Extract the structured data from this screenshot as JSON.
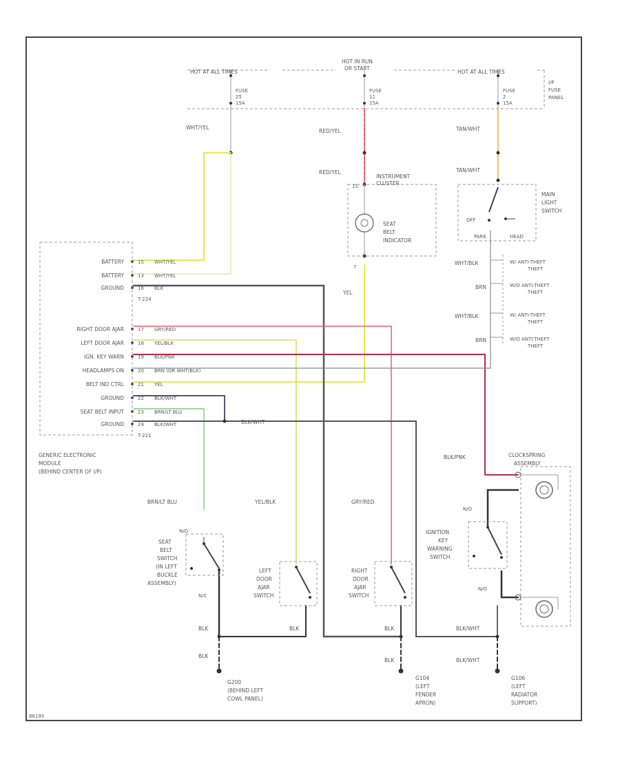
{
  "colors": {
    "yellow": "#e8e84a",
    "dark_gray": "#555555",
    "red": "#e06070",
    "light_yellow": "#d8d860",
    "dark_red": "#b0304a",
    "gray": "#888888",
    "green": "#60c060",
    "black": "#333333",
    "orange": "#f0b030"
  },
  "power": {
    "left_hot": "HOT AT ALL TIMES",
    "center_hot": "HOT IN RUN OR START",
    "right_hot": "HOT AT ALL TIMES",
    "fuse_left": [
      "FUSE",
      "25",
      "15A"
    ],
    "fuse_center": [
      "FUSE",
      "11",
      "15A"
    ],
    "fuse_right": [
      "FUSE",
      "2",
      "15A"
    ],
    "fuse_panel": [
      "I/P",
      "FUSE",
      "PANEL"
    ]
  },
  "wires": {
    "wht_yel_top": "WHT/YEL",
    "red_yel_1": "RED/YEL",
    "red_yel_2": "RED/YEL",
    "tan_wht_1": "TAN/WHT",
    "tan_wht_2": "TAN/WHT",
    "yel": "YEL",
    "wht_blk_1": "WHT/BLK",
    "brn_1": "BRN",
    "wht_blk_2": "WHT/BLK",
    "brn_2": "BRN",
    "blk_pnk": "BLK/PNK",
    "brn_lt_blu": "BRN/LT BLU",
    "yel_blk": "YEL/BLK",
    "gry_red": "GRY/RED",
    "blk_wht_mid": "BLK/WHT",
    "blk_1": "BLK",
    "blk_2": "BLK",
    "blk_3": "BLK",
    "blk_4": "BLK",
    "blk_5": "BLK",
    "blk_wht_1": "BLK/WHT",
    "blk_wht_2": "BLK/WHT"
  },
  "cluster": {
    "title": [
      "INSTRUMENT",
      "CLUSTER"
    ],
    "pin_top": "15",
    "pin_bottom": "7",
    "lamp": [
      "SEAT",
      "BELT",
      "INDICATOR"
    ]
  },
  "main_light": {
    "title": [
      "MAIN",
      "LIGHT",
      "SWITCH"
    ],
    "off": "OFF",
    "park": "PARK",
    "head": "HEAD"
  },
  "anti_theft": [
    "W/ ANTI-THEFT",
    "W/O ANTI-THEFT",
    "W/ ANTI-THEFT",
    "W/O ANTI-THEFT"
  ],
  "gem": {
    "pins": [
      {
        "pin": "15",
        "label": "BATTERY",
        "wire": "WHT/YEL"
      },
      {
        "pin": "13",
        "label": "BATTERY",
        "wire": "WHT/YEL"
      },
      {
        "pin": "16",
        "label": "GROUND",
        "wire": "BLK"
      },
      {
        "pin": "17",
        "label": "RIGHT DOOR AJAR",
        "wire": "GRY/RED"
      },
      {
        "pin": "18",
        "label": "LEFT DOOR AJAR",
        "wire": "YEL/BLK"
      },
      {
        "pin": "19",
        "label": "IGN. KEY WARN",
        "wire": "BLK/PNK"
      },
      {
        "pin": "20",
        "label": "HEADLAMPS ON",
        "wire": "BRN (OR WHT/BLK)"
      },
      {
        "pin": "21",
        "label": "BELT IND CTRL",
        "wire": "YEL"
      },
      {
        "pin": "22",
        "label": "GROUND",
        "wire": "BLK/WHT"
      },
      {
        "pin": "23",
        "label": "SEAT BELT INPUT",
        "wire": "BRN/LT BLU"
      },
      {
        "pin": "24",
        "label": "GROUND",
        "wire": "BLK/WHT"
      }
    ],
    "conn_top": "T-224",
    "conn_bottom": "T-221",
    "title": [
      "GENERIC ELECTRONIC",
      "MODULE",
      "(BEHIND CENTER OF I/P)"
    ]
  },
  "seatbelt_switch": {
    "wire": "BRN/LT BLU",
    "no": "N/O",
    "nc": "N/C",
    "title": [
      "SEAT",
      "BELT",
      "SWITCH",
      "(IN LEFT",
      "BUCKLE",
      "ASSEMBLY)"
    ]
  },
  "left_door": {
    "title": [
      "LEFT",
      "DOOR",
      "AJAR",
      "SWITCH"
    ]
  },
  "right_door": {
    "title": [
      "RIGHT",
      "DOOR",
      "AJAR",
      "SWITCH"
    ]
  },
  "ign_switch": {
    "title": [
      "IGNITION",
      "KEY",
      "WARNING",
      "SWITCH"
    ],
    "no": "N/O",
    "nc": "N/O"
  },
  "clockspring": {
    "title": [
      "CLOCKSPRING",
      "ASSEMBLY"
    ]
  },
  "grounds": {
    "g1": [
      "G200",
      "(BEHIND LEFT",
      "COWL PANEL)"
    ],
    "g2": [
      "G104",
      "(LEFT",
      "FENDER",
      "APRON)"
    ],
    "g3": [
      "G106",
      "(LEFT",
      "RADIATOR",
      "SUPPORT)"
    ]
  },
  "footer": "86195"
}
